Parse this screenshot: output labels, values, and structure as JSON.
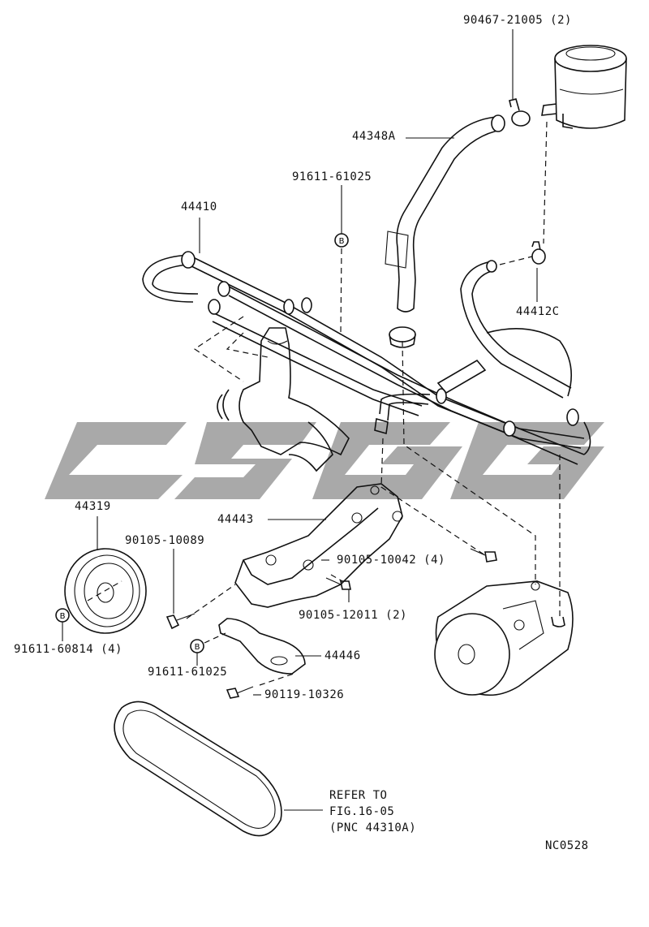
{
  "diagram_id": "NC0528",
  "watermark": "",
  "part_labels": {
    "p90467": "90467-21005 (2)",
    "p44348A": "44348A",
    "p91611_61025_top": "91611-61025",
    "p44410": "44410",
    "p44412C": "44412C",
    "p44319": "44319",
    "p44443": "44443",
    "p90105_10089": "90105-10089",
    "p90105_10042": "90105-10042 (4)",
    "p90105_12011": "90105-12011 (2)",
    "p91611_60814": "91611-60814 (4)",
    "p91611_61025_bottom": "91611-61025",
    "p44446": "44446",
    "p90119_10326": "90119-10326"
  },
  "refer_note": {
    "line1": "REFER TO",
    "line2": "FIG.16-05",
    "line3": "(PNC 44310A)"
  },
  "badge_letter": "B",
  "colors": {
    "line": "#111111",
    "watermark": "#9a9a9a",
    "background": "#ffffff"
  }
}
